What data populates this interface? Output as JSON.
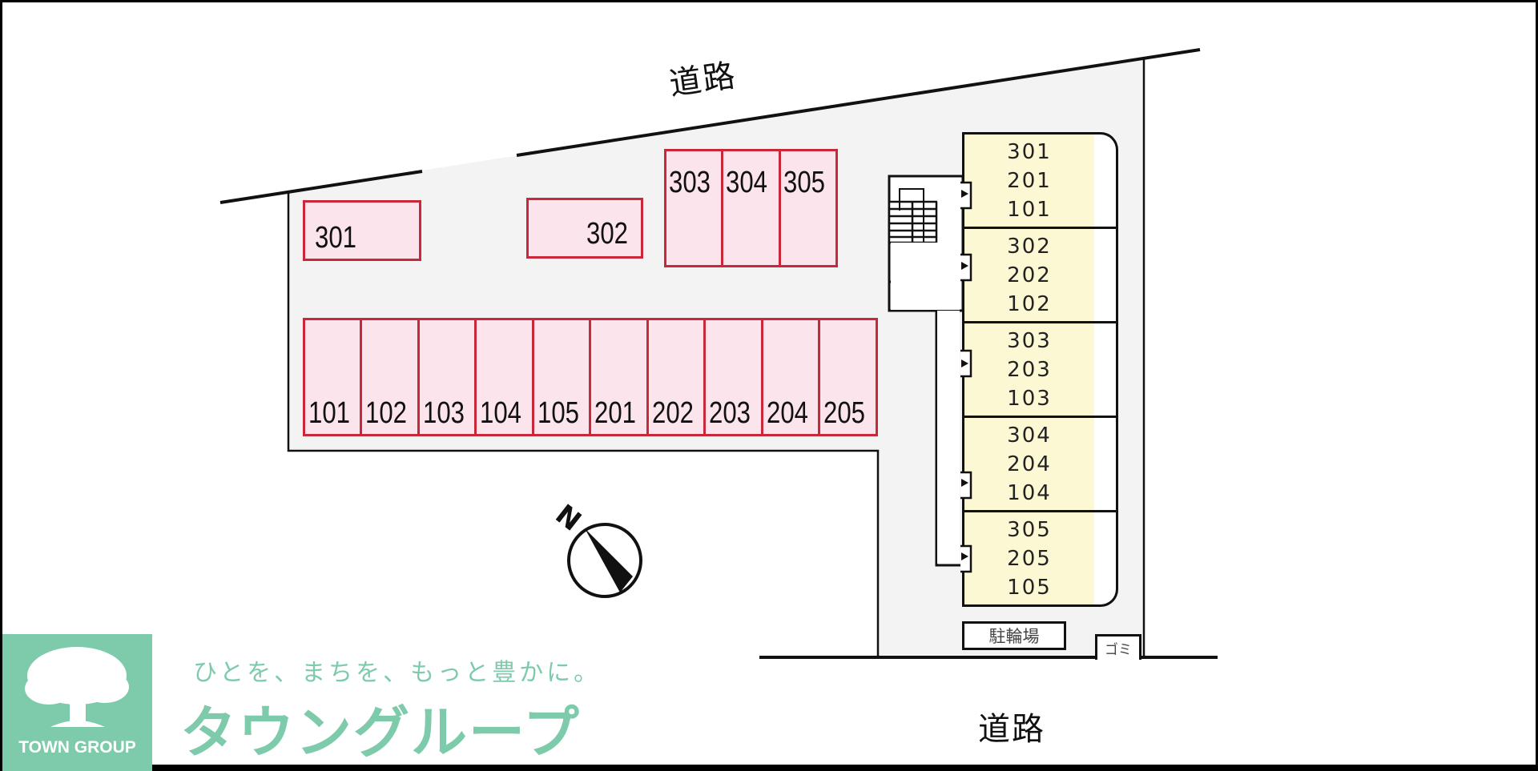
{
  "map": {
    "roads": {
      "top_label": "道路",
      "bottom_label": "道路"
    },
    "parking": {
      "upper_row": [
        {
          "label": "301"
        },
        {
          "label": "302"
        },
        {
          "label": "303"
        },
        {
          "label": "304"
        },
        {
          "label": "305"
        }
      ],
      "lower_row": [
        {
          "label": "101"
        },
        {
          "label": "102"
        },
        {
          "label": "103"
        },
        {
          "label": "104"
        },
        {
          "label": "105"
        },
        {
          "label": "201"
        },
        {
          "label": "202"
        },
        {
          "label": "203"
        },
        {
          "label": "204"
        },
        {
          "label": "205"
        }
      ]
    },
    "building": {
      "units": [
        {
          "floors": [
            "301",
            "201",
            "101"
          ]
        },
        {
          "floors": [
            "302",
            "202",
            "102"
          ]
        },
        {
          "floors": [
            "303",
            "203",
            "103"
          ]
        },
        {
          "floors": [
            "304",
            "204",
            "104"
          ]
        },
        {
          "floors": [
            "305",
            "205",
            "105"
          ]
        }
      ],
      "bicycle_parking_label": "駐輪場",
      "garbage_label": "ゴミ"
    },
    "compass": {
      "label": "N",
      "icon": "north-arrow-icon"
    },
    "colors": {
      "parking_fill": "#fbe4ec",
      "parking_border": "#c8283a",
      "unit_fill": "#fdf8d4",
      "lot_fill": "#f3f3f3",
      "brand_green": "#7dcbab"
    }
  },
  "branding": {
    "logo_caption": "TOWN GROUP",
    "tagline": "ひとを、まちを、もっと豊かに。",
    "brand_name": "タウングループ"
  }
}
